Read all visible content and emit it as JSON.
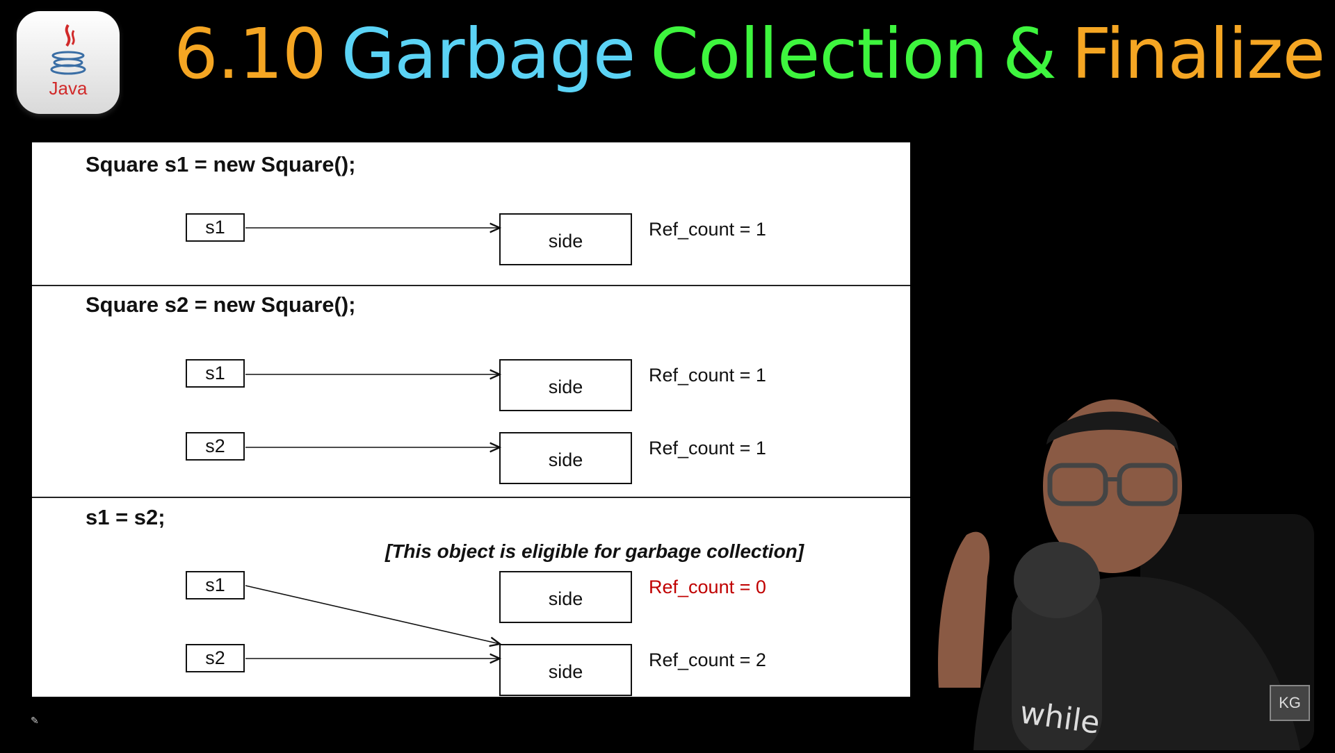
{
  "logo": {
    "text": "Java"
  },
  "title": {
    "number": "6.10",
    "word1": "Garbage",
    "word2": "Collection",
    "amp": "&",
    "word3": "Finalize"
  },
  "colors": {
    "number": "#f5a623",
    "garbage": "#5bd3f5",
    "collection": "#3ef53e",
    "amp": "#3ef53e",
    "finalize": "#f5a623",
    "eligible_count": "#c00000"
  },
  "slide": {
    "section1": {
      "code": "Square s1 = new Square();",
      "refs": [
        {
          "label": "s1"
        }
      ],
      "objects": [
        {
          "label": "side",
          "count": "Ref_count = 1"
        }
      ]
    },
    "section2": {
      "code": "Square s2 = new Square();",
      "refs": [
        {
          "label": "s1"
        },
        {
          "label": "s2"
        }
      ],
      "objects": [
        {
          "label": "side",
          "count": "Ref_count = 1"
        },
        {
          "label": "side",
          "count": "Ref_count = 1"
        }
      ]
    },
    "section3": {
      "code": "s1  =  s2;",
      "note": "[This object is eligible for garbage collection]",
      "refs": [
        {
          "label": "s1"
        },
        {
          "label": "s2"
        }
      ],
      "objects": [
        {
          "label": "side",
          "count": "Ref_count = 0"
        },
        {
          "label": "side",
          "count": "Ref_count = 2"
        }
      ]
    }
  },
  "presenter": {
    "shirt_text": "while"
  },
  "watermark": {
    "text": "KG"
  }
}
